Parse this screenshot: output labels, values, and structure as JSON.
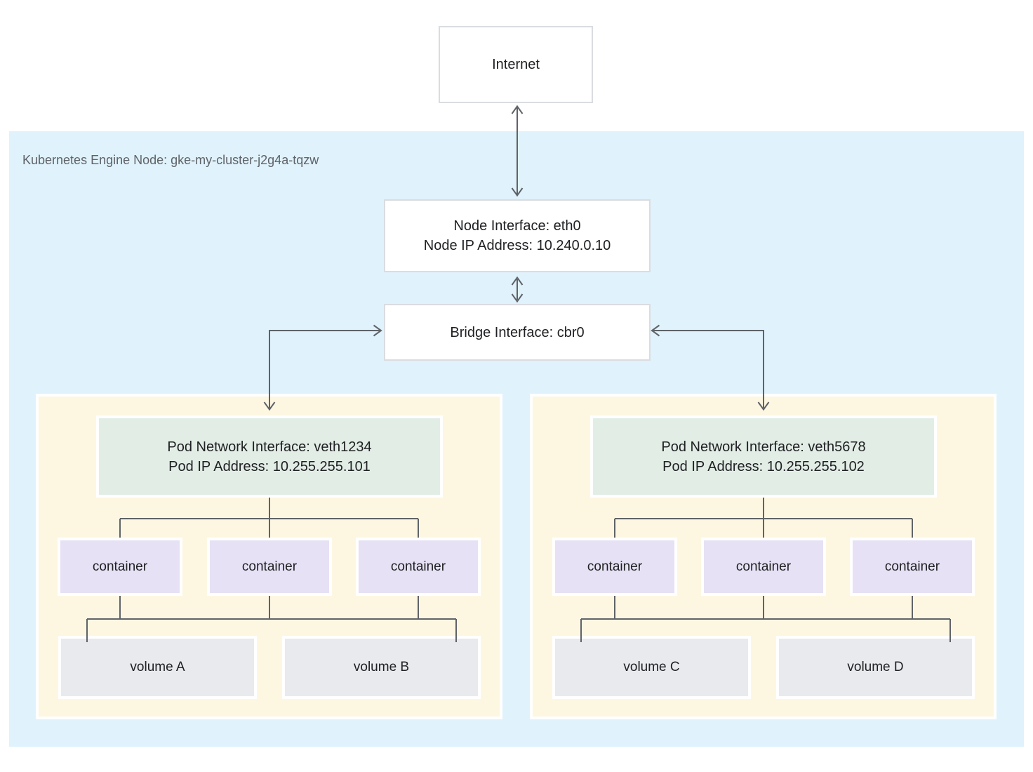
{
  "colors": {
    "node_region_bg": "#E0F2FC",
    "pod_bg": "#FDF7E2",
    "pod_interface_bg": "#E2EDE6",
    "container_bg": "#E6E1F4",
    "volume_bg": "#E8EAED",
    "box_border": "#DADCE0",
    "line": "#5F6368",
    "text": "#202124",
    "label_text": "#5F6368"
  },
  "internet_box": {
    "label": "Internet"
  },
  "node_region": {
    "title": "Kubernetes Engine Node: gke-my-cluster-j2g4a-tqzw",
    "node_interface_box": {
      "line1": "Node Interface: eth0",
      "line2": "Node IP Address: 10.240.0.10"
    },
    "bridge_interface_box": {
      "label": "Bridge Interface: cbr0"
    },
    "pods": [
      {
        "interface_box": {
          "line1": "Pod Network Interface: veth1234",
          "line2": "Pod IP Address: 10.255.255.101"
        },
        "containers": [
          "container",
          "container",
          "container"
        ],
        "volumes": [
          "volume A",
          "volume B"
        ]
      },
      {
        "interface_box": {
          "line1": "Pod Network Interface: veth5678",
          "line2": "Pod IP Address: 10.255.255.102"
        },
        "containers": [
          "container",
          "container",
          "container"
        ],
        "volumes": [
          "volume C",
          "volume D"
        ]
      }
    ]
  }
}
